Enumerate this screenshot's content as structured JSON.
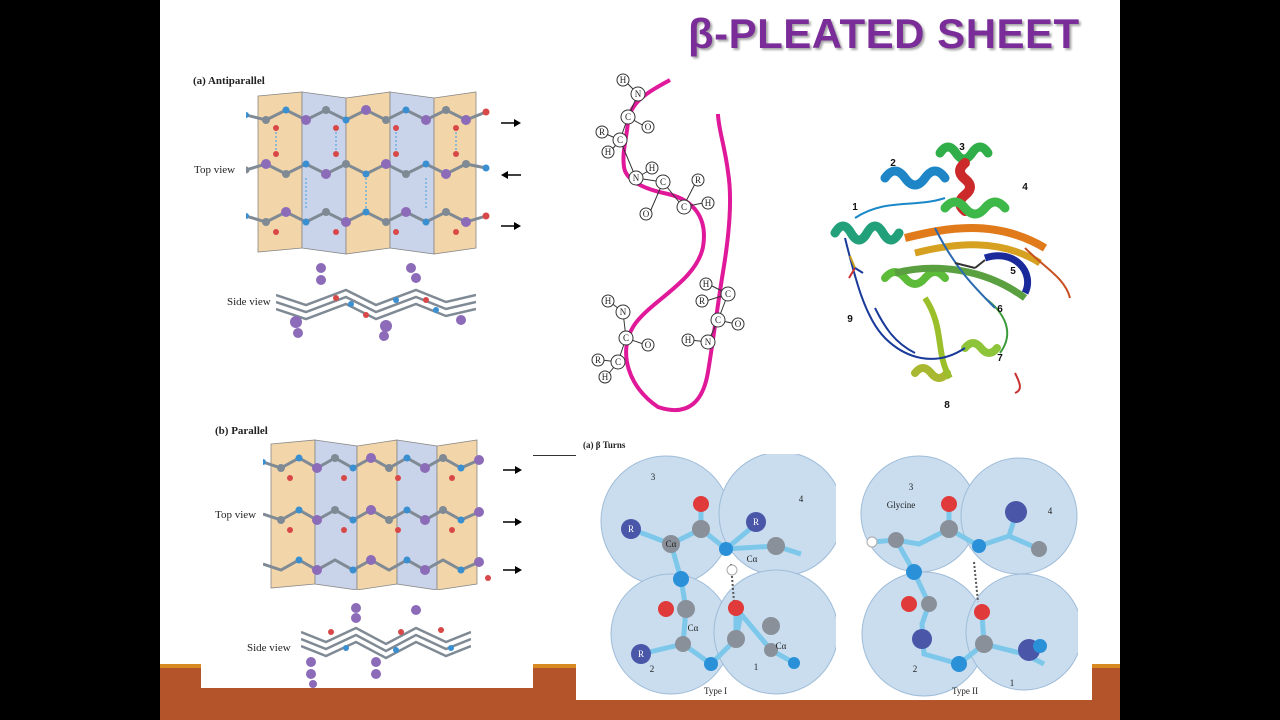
{
  "slide": {
    "title": "β-PLEATED SHEET"
  },
  "antiparallel": {
    "heading": "(a) Antiparallel",
    "top_view_label": "Top view",
    "side_view_label": "Side view"
  },
  "parallel": {
    "heading": "(b) Parallel",
    "top_view_label": "Top view",
    "side_view_label": "Side view"
  },
  "backbone": {
    "atoms": {
      "h": "H",
      "n": "N",
      "c": "C",
      "o": "O",
      "r": "R"
    }
  },
  "ribbon": {
    "labels": [
      "1",
      "2",
      "3",
      "4",
      "5",
      "6",
      "7",
      "8",
      "9"
    ]
  },
  "turns": {
    "heading": "(a) β Turns",
    "type1": {
      "caption": "Type I",
      "residues": [
        "1",
        "2",
        "3",
        "4"
      ],
      "r_label": "R",
      "ca_label": "Cα"
    },
    "type2": {
      "caption": "Type II",
      "residues": [
        "1",
        "2",
        "3",
        "4"
      ],
      "glycine_label": "Glycine"
    }
  }
}
